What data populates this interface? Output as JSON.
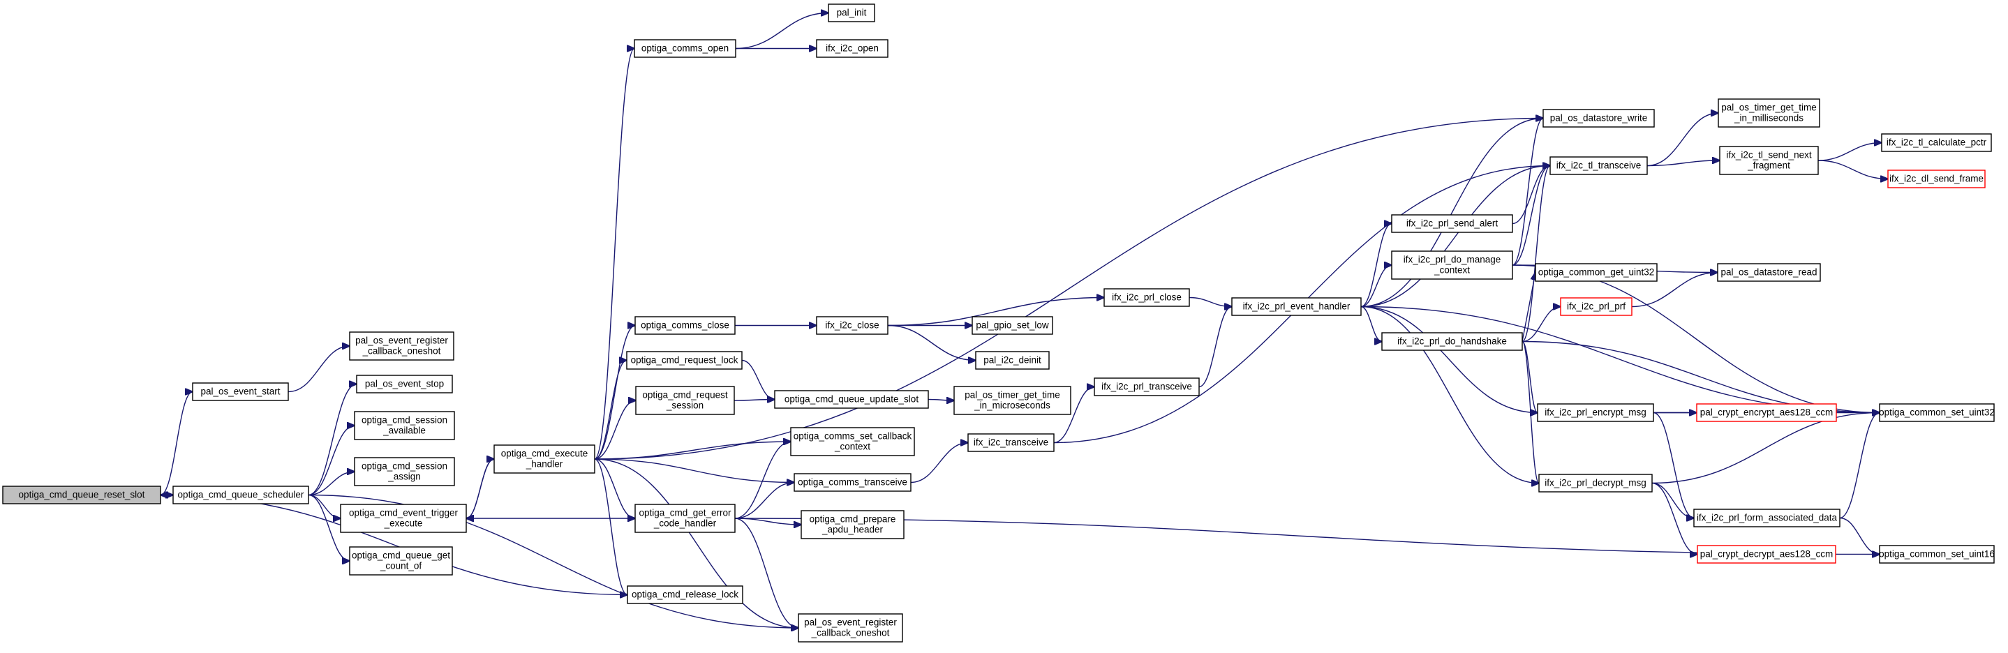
{
  "graph": {
    "style": {
      "edge_color": "#191970",
      "root_fill": "#bfbfbf",
      "truncated_border": "#ff0000",
      "node_border": "#000000"
    },
    "nodes": [
      {
        "id": "n1",
        "lines": [
          "optiga_cmd_queue_reset_slot"
        ],
        "root": true
      },
      {
        "id": "n2",
        "lines": [
          "optiga_cmd_queue_scheduler"
        ]
      },
      {
        "id": "n3",
        "lines": [
          "pal_os_event_start"
        ]
      },
      {
        "id": "n4",
        "lines": [
          "pal_os_event_register",
          "_callback_oneshot"
        ]
      },
      {
        "id": "n5",
        "lines": [
          "pal_os_event_stop"
        ]
      },
      {
        "id": "n6",
        "lines": [
          "optiga_cmd_session",
          "_available"
        ]
      },
      {
        "id": "n7",
        "lines": [
          "optiga_cmd_session",
          "_assign"
        ]
      },
      {
        "id": "n8",
        "lines": [
          "optiga_cmd_event_trigger",
          "_execute"
        ]
      },
      {
        "id": "n9",
        "lines": [
          "optiga_cmd_queue_get",
          "_count_of"
        ]
      },
      {
        "id": "n10",
        "lines": [
          "optiga_cmd_execute",
          "_handler"
        ]
      },
      {
        "id": "n11",
        "lines": [
          "optiga_comms_open"
        ]
      },
      {
        "id": "n12",
        "lines": [
          "pal_init"
        ]
      },
      {
        "id": "n13",
        "lines": [
          "ifx_i2c_open"
        ]
      },
      {
        "id": "n14",
        "lines": [
          "optiga_comms_close"
        ]
      },
      {
        "id": "n15",
        "lines": [
          "optiga_cmd_request_lock"
        ]
      },
      {
        "id": "n16",
        "lines": [
          "optiga_cmd_request",
          "_session"
        ]
      },
      {
        "id": "n17",
        "lines": [
          "optiga_cmd_get_error",
          "_code_handler"
        ]
      },
      {
        "id": "n18",
        "lines": [
          "optiga_cmd_release_lock"
        ]
      },
      {
        "id": "n19",
        "lines": [
          "pal_os_event_register",
          "_callback_oneshot"
        ]
      },
      {
        "id": "n20",
        "lines": [
          "ifx_i2c_close"
        ]
      },
      {
        "id": "n21",
        "lines": [
          "optiga_cmd_queue_update_slot"
        ]
      },
      {
        "id": "n22",
        "lines": [
          "optiga_comms_set_callback",
          "_context"
        ]
      },
      {
        "id": "n23",
        "lines": [
          "optiga_comms_transceive"
        ]
      },
      {
        "id": "n24",
        "lines": [
          "optiga_cmd_prepare",
          "_apdu_header"
        ]
      },
      {
        "id": "n25",
        "lines": [
          "pal_gpio_set_low"
        ]
      },
      {
        "id": "n26",
        "lines": [
          "pal_i2c_deinit"
        ]
      },
      {
        "id": "n27",
        "lines": [
          "pal_os_timer_get_time",
          "_in_microseconds"
        ]
      },
      {
        "id": "n28",
        "lines": [
          "ifx_i2c_prl_close"
        ]
      },
      {
        "id": "n29",
        "lines": [
          "ifx_i2c_transceive"
        ]
      },
      {
        "id": "n30",
        "lines": [
          "ifx_i2c_prl_transceive"
        ]
      },
      {
        "id": "n31",
        "lines": [
          "ifx_i2c_prl_event_handler"
        ]
      },
      {
        "id": "n32",
        "lines": [
          "pal_os_datastore_write"
        ]
      },
      {
        "id": "n33",
        "lines": [
          "ifx_i2c_tl_transceive"
        ]
      },
      {
        "id": "n34",
        "lines": [
          "ifx_i2c_prl_send_alert"
        ]
      },
      {
        "id": "n35",
        "lines": [
          "ifx_i2c_prl_do_manage",
          "_context"
        ]
      },
      {
        "id": "n36",
        "lines": [
          "ifx_i2c_prl_do_handshake"
        ]
      },
      {
        "id": "n37",
        "lines": [
          "ifx_i2c_prl_encrypt_msg"
        ]
      },
      {
        "id": "n38",
        "lines": [
          "ifx_i2c_prl_decrypt_msg"
        ]
      },
      {
        "id": "n39",
        "lines": [
          "optiga_common_get_uint32"
        ]
      },
      {
        "id": "n40",
        "lines": [
          "ifx_i2c_prl_prf"
        ],
        "truncated": true
      },
      {
        "id": "n41",
        "lines": [
          "pal_crypt_encrypt_aes128_ccm"
        ],
        "truncated": true
      },
      {
        "id": "n42",
        "lines": [
          "ifx_i2c_prl_form_associated_data"
        ]
      },
      {
        "id": "n43",
        "lines": [
          "pal_crypt_decrypt_aes128_ccm"
        ],
        "truncated": true
      },
      {
        "id": "n44",
        "lines": [
          "pal_os_timer_get_time",
          "_in_milliseconds"
        ]
      },
      {
        "id": "n45",
        "lines": [
          "ifx_i2c_tl_send_next",
          "_fragment"
        ]
      },
      {
        "id": "n46",
        "lines": [
          "pal_os_datastore_read"
        ]
      },
      {
        "id": "n47",
        "lines": [
          "ifx_i2c_tl_calculate_pctr"
        ]
      },
      {
        "id": "n48",
        "lines": [
          "ifx_i2c_dl_send_frame"
        ],
        "truncated": true
      },
      {
        "id": "n49",
        "lines": [
          "optiga_common_set_uint32"
        ]
      },
      {
        "id": "n50",
        "lines": [
          "optiga_common_set_uint16"
        ]
      }
    ],
    "edges": [
      [
        "n1",
        "n2"
      ],
      [
        "n1",
        "n3"
      ],
      [
        "n2",
        "n5"
      ],
      [
        "n2",
        "n6"
      ],
      [
        "n2",
        "n7"
      ],
      [
        "n2",
        "n8"
      ],
      [
        "n2",
        "n9"
      ],
      [
        "n2",
        "n19"
      ],
      [
        "n3",
        "n4"
      ],
      [
        "n8",
        "n10"
      ],
      [
        "n10",
        "n11"
      ],
      [
        "n10",
        "n32"
      ],
      [
        "n10",
        "n14"
      ],
      [
        "n10",
        "n15"
      ],
      [
        "n10",
        "n16"
      ],
      [
        "n10",
        "n22"
      ],
      [
        "n10",
        "n23"
      ],
      [
        "n10",
        "n17"
      ],
      [
        "n10",
        "n18"
      ],
      [
        "n10",
        "n19"
      ],
      [
        "n10",
        "n8"
      ],
      [
        "n11",
        "n12"
      ],
      [
        "n11",
        "n13"
      ],
      [
        "n14",
        "n20"
      ],
      [
        "n15",
        "n21"
      ],
      [
        "n16",
        "n21"
      ],
      [
        "n17",
        "n22"
      ],
      [
        "n17",
        "n23"
      ],
      [
        "n17",
        "n24"
      ],
      [
        "n17",
        "n8"
      ],
      [
        "n17",
        "n19"
      ],
      [
        "n17",
        "n50"
      ],
      [
        "n18",
        "n1"
      ],
      [
        "n20",
        "n25"
      ],
      [
        "n20",
        "n26"
      ],
      [
        "n20",
        "n28"
      ],
      [
        "n21",
        "n27"
      ],
      [
        "n23",
        "n29"
      ],
      [
        "n29",
        "n30"
      ],
      [
        "n29",
        "n33"
      ],
      [
        "n28",
        "n31"
      ],
      [
        "n30",
        "n31"
      ],
      [
        "n31",
        "n32"
      ],
      [
        "n31",
        "n33"
      ],
      [
        "n31",
        "n34"
      ],
      [
        "n31",
        "n35"
      ],
      [
        "n31",
        "n36"
      ],
      [
        "n31",
        "n37"
      ],
      [
        "n31",
        "n38"
      ],
      [
        "n31",
        "n49"
      ],
      [
        "n34",
        "n33"
      ],
      [
        "n35",
        "n32"
      ],
      [
        "n35",
        "n33"
      ],
      [
        "n35",
        "n46"
      ],
      [
        "n35",
        "n49"
      ],
      [
        "n36",
        "n33"
      ],
      [
        "n36",
        "n39"
      ],
      [
        "n36",
        "n40"
      ],
      [
        "n36",
        "n37"
      ],
      [
        "n36",
        "n38"
      ],
      [
        "n36",
        "n49"
      ],
      [
        "n37",
        "n41"
      ],
      [
        "n37",
        "n42"
      ],
      [
        "n37",
        "n49"
      ],
      [
        "n38",
        "n43"
      ],
      [
        "n38",
        "n42"
      ],
      [
        "n38",
        "n49"
      ],
      [
        "n40",
        "n46"
      ],
      [
        "n42",
        "n49"
      ],
      [
        "n42",
        "n50"
      ],
      [
        "n33",
        "n44"
      ],
      [
        "n33",
        "n45"
      ],
      [
        "n45",
        "n47"
      ],
      [
        "n45",
        "n48"
      ]
    ]
  }
}
